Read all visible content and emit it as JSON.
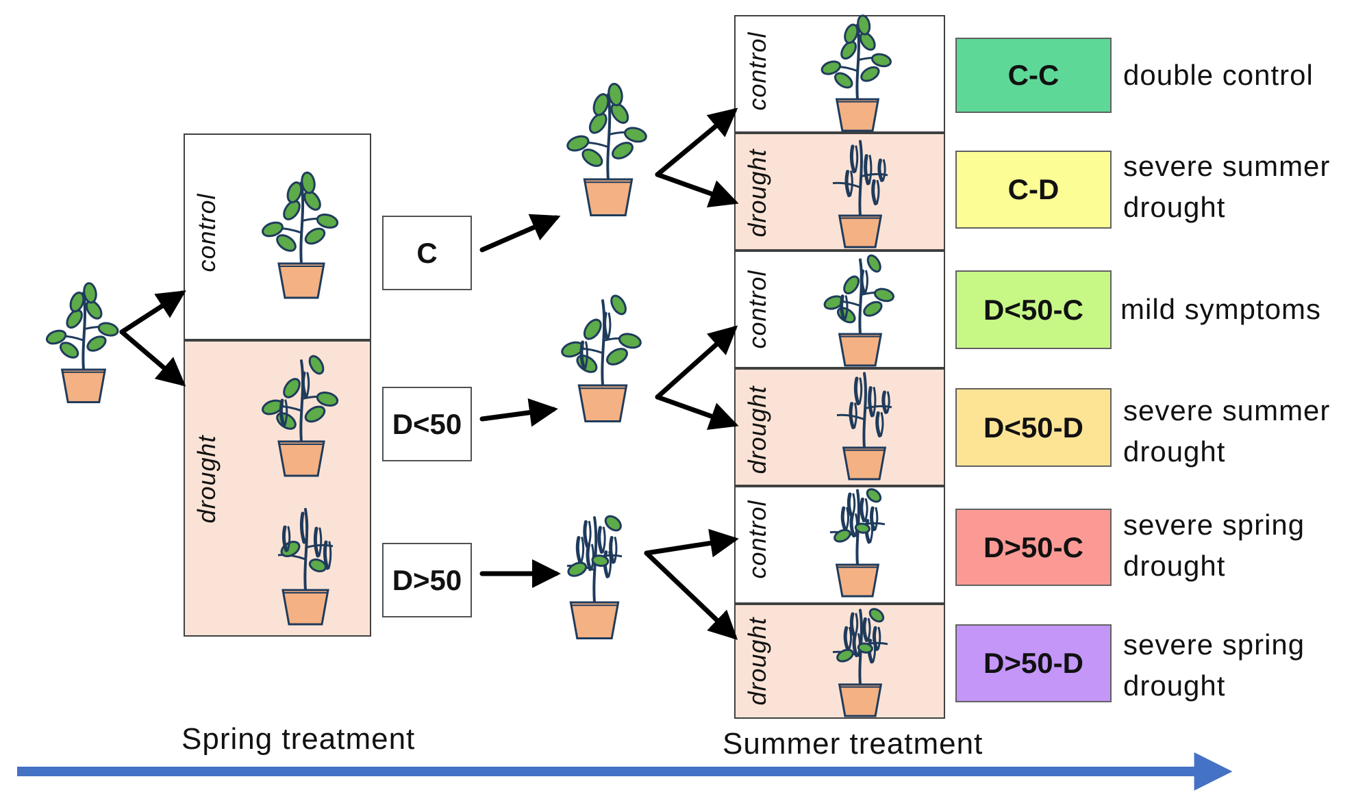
{
  "colors": {
    "leaf": "#5dab49",
    "stem": "#1f3b5c",
    "pot": "#f4b183",
    "drought_bg": "#fae3d6",
    "timeline": "#4472c4"
  },
  "spring": {
    "control_label": "control",
    "drought_label": "drought"
  },
  "treatments": [
    {
      "label": "C"
    },
    {
      "label": "D<50"
    },
    {
      "label": "D>50"
    }
  ],
  "summer": {
    "panels": [
      {
        "label": "control"
      },
      {
        "label": "drought"
      },
      {
        "label": "control"
      },
      {
        "label": "drought"
      },
      {
        "label": "control"
      },
      {
        "label": "drought"
      }
    ]
  },
  "outcomes": [
    {
      "code": "C-C",
      "color": "#5ed897",
      "desc": "double control"
    },
    {
      "code": "C-D",
      "color": "#fdfd96",
      "desc": "severe summer\ndrought"
    },
    {
      "code": "D<50-C",
      "color": "#c7f886",
      "desc": "mild symptoms"
    },
    {
      "code": "D<50-D",
      "color": "#fde495",
      "desc": "severe summer\ndrought"
    },
    {
      "code": "D>50-C",
      "color": "#fb9a95",
      "desc": "severe spring\ndrought"
    },
    {
      "code": "D>50-D",
      "color": "#c496f8",
      "desc": "severe spring\ndrought"
    }
  ],
  "timeline": {
    "spring_label": "Spring treatment",
    "summer_label": "Summer treatment"
  }
}
